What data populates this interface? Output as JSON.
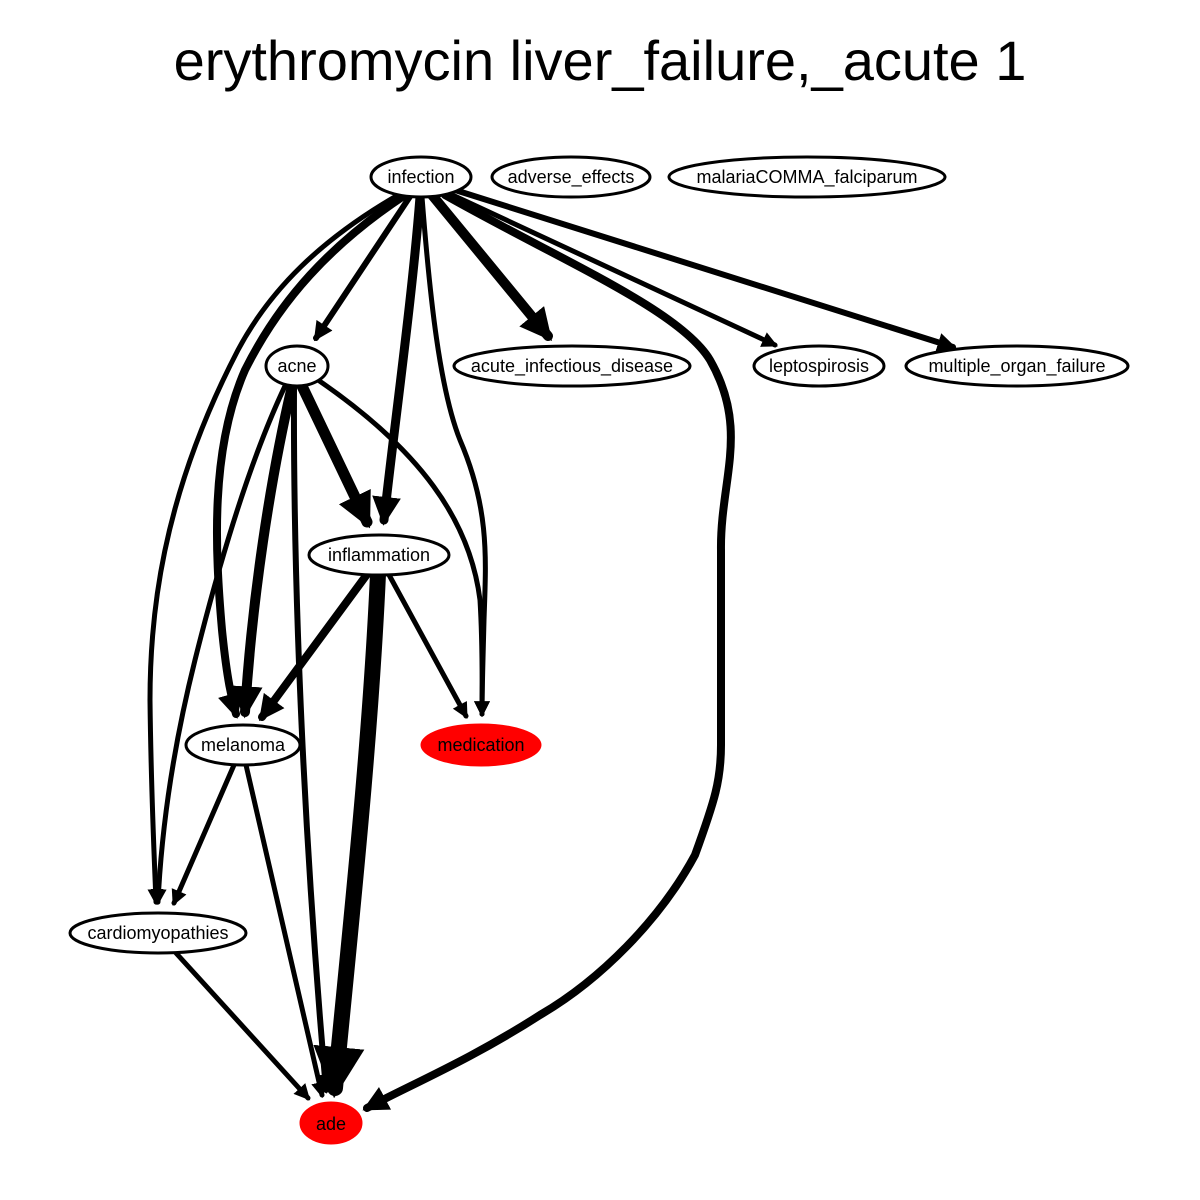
{
  "title": "erythromycin liver_failure,_acute 1",
  "colors": {
    "highlight": "#ff0000",
    "stroke": "#000000",
    "background": "#ffffff"
  },
  "nodes": {
    "infection": "infection",
    "adverse_effects": "adverse_effects",
    "malaria": "malariaCOMMA_falciparum",
    "acne": "acne",
    "acute_infectious_disease": "acute_infectious_disease",
    "leptospirosis": "leptospirosis",
    "multiple_organ_failure": "multiple_organ_failure",
    "inflammation": "inflammation",
    "melanoma": "melanoma",
    "medication": "medication",
    "cardiomyopathies": "cardiomyopathies",
    "ade": "ade"
  },
  "highlighted_nodes": [
    "medication",
    "ade"
  ],
  "edges": [
    {
      "from": "infection",
      "to": "acne"
    },
    {
      "from": "infection",
      "to": "acute_infectious_disease"
    },
    {
      "from": "infection",
      "to": "leptospirosis"
    },
    {
      "from": "infection",
      "to": "multiple_organ_failure"
    },
    {
      "from": "infection",
      "to": "inflammation"
    },
    {
      "from": "infection",
      "to": "medication"
    },
    {
      "from": "infection",
      "to": "melanoma"
    },
    {
      "from": "infection",
      "to": "cardiomyopathies"
    },
    {
      "from": "infection",
      "to": "ade"
    },
    {
      "from": "acne",
      "to": "inflammation"
    },
    {
      "from": "acne",
      "to": "melanoma"
    },
    {
      "from": "acne",
      "to": "cardiomyopathies"
    },
    {
      "from": "acne",
      "to": "ade"
    },
    {
      "from": "acne",
      "to": "medication"
    },
    {
      "from": "inflammation",
      "to": "melanoma"
    },
    {
      "from": "inflammation",
      "to": "medication"
    },
    {
      "from": "inflammation",
      "to": "ade"
    },
    {
      "from": "melanoma",
      "to": "cardiomyopathies"
    },
    {
      "from": "melanoma",
      "to": "ade"
    },
    {
      "from": "cardiomyopathies",
      "to": "ade"
    }
  ]
}
